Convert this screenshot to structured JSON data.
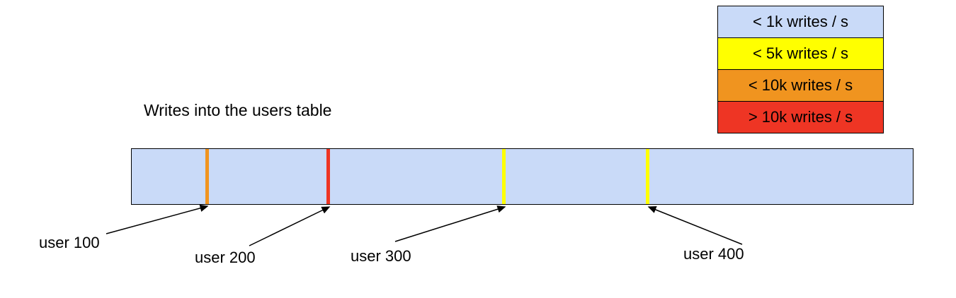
{
  "title": "Writes into the users table",
  "legend": {
    "items": [
      {
        "label": "< 1k writes / s",
        "color": "#c9daf8"
      },
      {
        "label": "< 5k writes / s",
        "color": "#ffff00"
      },
      {
        "label": "< 10k writes / s",
        "color": "#f0941f"
      },
      {
        "label": "> 10k writes / s",
        "color": "#ee3524"
      }
    ]
  },
  "bar": {
    "fill": "#c9daf8"
  },
  "markers": [
    {
      "label": "user 100",
      "color": "#f0941f",
      "position_pct": "9.4%"
    },
    {
      "label": "user 200",
      "color": "#ee3524",
      "position_pct": "24.9%"
    },
    {
      "label": "user 300",
      "color": "#ffff00",
      "position_pct": "47.4%"
    },
    {
      "label": "user 400",
      "color": "#ffff00",
      "position_pct": "65.8%"
    }
  ]
}
